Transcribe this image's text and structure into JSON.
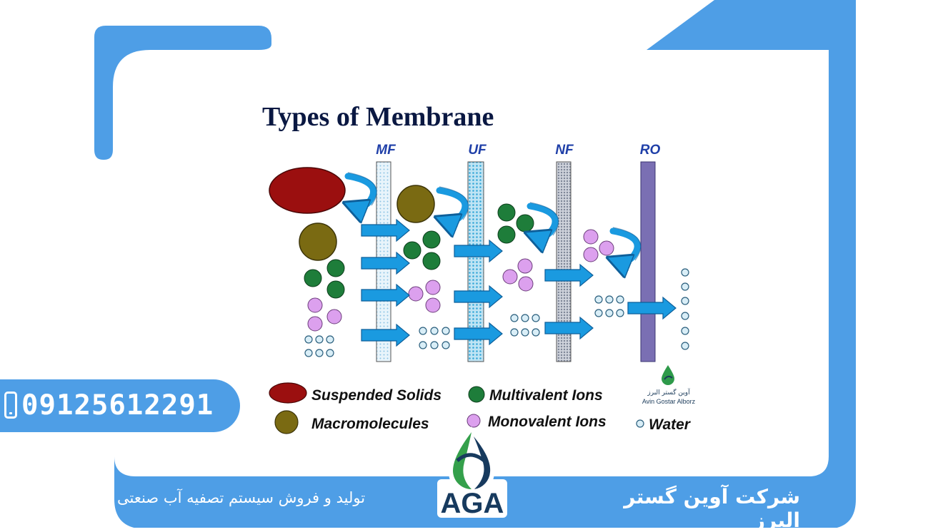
{
  "title": "Types of Membrane",
  "membranes": [
    {
      "label": "MF"
    },
    {
      "label": "UF"
    },
    {
      "label": "NF"
    },
    {
      "label": "RO"
    }
  ],
  "legend": [
    {
      "label": "Suspended Solids",
      "color": "#9b0f0f"
    },
    {
      "label": "Macromolecules",
      "color": "#7a6a12"
    },
    {
      "label": "Multivalent Ions",
      "color": "#1e7d3a"
    },
    {
      "label": "Monovalent Ions",
      "color": "#dca0ee"
    },
    {
      "label": "Water",
      "color": "#d9eef7"
    }
  ],
  "watermark": {
    "line1": "آوین گستر البرز",
    "line2": "Avin Gostar Alborz"
  },
  "logo": {
    "text": "AGA"
  },
  "phone": {
    "number": "09125612291"
  },
  "footer": {
    "left_text": "تولید و فروش سیستم تصفیه آب صنعتی",
    "right_text": "شرکت آوین گستر البرز"
  },
  "colors": {
    "frame_blue": "#4e9ee6",
    "arrow_blue": "#1a9ae0",
    "label_blue": "#1f3fa8",
    "ro_membrane": "#7a6fb3"
  }
}
